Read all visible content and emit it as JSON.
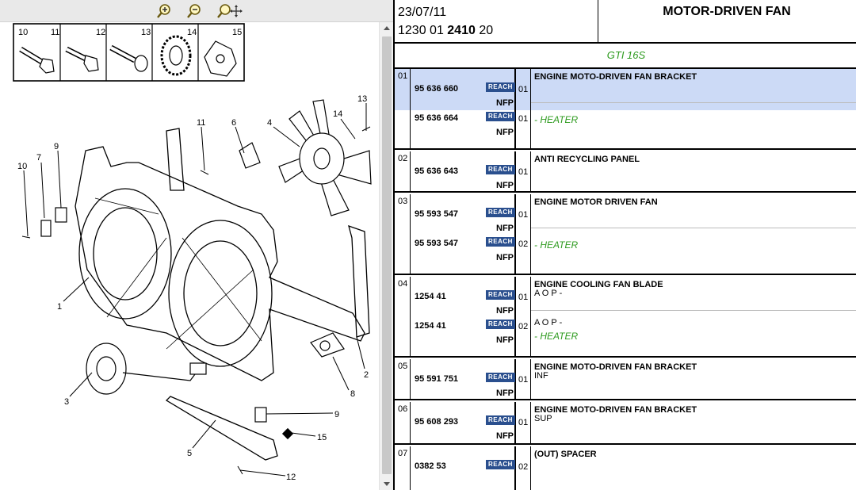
{
  "zoom_toolbar": {
    "zoom_in": "zoom-in-icon",
    "zoom_out": "zoom-out-icon",
    "pan": "zoom-pan-icon"
  },
  "diagram": {
    "inset_labels": [
      "10",
      "11",
      "12",
      "13",
      "14",
      "15"
    ],
    "callouts": [
      "13",
      "11",
      "6",
      "4",
      "14",
      "9",
      "7",
      "10",
      "1",
      "2",
      "3",
      "8",
      "5",
      "9",
      "15",
      "12"
    ]
  },
  "header": {
    "date": "23/07/11",
    "ref_a": "1230 01 ",
    "ref_b": "2410",
    "ref_c": " 20",
    "title": "MOTOR-DRIVEN FAN"
  },
  "model": "GTI 16S",
  "groups": [
    {
      "num": "01",
      "desc": "ENGINE MOTO-DRIVEN FAN BRACKET",
      "items": [
        {
          "part": "95 636 660",
          "reach": "REACH",
          "nfp": "NFP",
          "qty": "01",
          "notes": []
        },
        {
          "part": "95 636 664",
          "reach": "REACH",
          "nfp": "NFP",
          "qty": "01",
          "notes": [
            "- HEATER"
          ]
        }
      ]
    },
    {
      "num": "02",
      "desc": "ANTI RECYCLING PANEL",
      "items": [
        {
          "part": "95 636 643",
          "reach": "REACH",
          "nfp": "NFP",
          "qty": "01",
          "notes": []
        }
      ]
    },
    {
      "num": "03",
      "desc": "ENGINE MOTOR DRIVEN FAN",
      "items": [
        {
          "part": "95 593 547",
          "reach": "REACH",
          "nfp": "NFP",
          "qty": "01",
          "notes": []
        },
        {
          "part": "95 593 547",
          "reach": "REACH",
          "nfp": "NFP",
          "qty": "02",
          "notes": [
            "- HEATER"
          ]
        }
      ]
    },
    {
      "num": "04",
      "desc": "ENGINE COOLING FAN BLADE",
      "items": [
        {
          "part": "1254 41",
          "reach": "REACH",
          "nfp": "NFP",
          "qty": "01",
          "notes": [
            "A O P -"
          ]
        },
        {
          "part": "1254 41",
          "reach": "REACH",
          "nfp": "NFP",
          "qty": "02",
          "notes": [
            "A O P -",
            "- HEATER"
          ]
        }
      ]
    },
    {
      "num": "05",
      "desc": "ENGINE MOTO-DRIVEN FAN BRACKET",
      "items": [
        {
          "part": "95 591 751",
          "reach": "REACH",
          "nfp": "NFP",
          "qty": "01",
          "notes": [
            "INF"
          ]
        }
      ]
    },
    {
      "num": "06",
      "desc": "ENGINE MOTO-DRIVEN FAN BRACKET",
      "items": [
        {
          "part": "95 608 293",
          "reach": "REACH",
          "nfp": "NFP",
          "qty": "01",
          "notes": [
            "SUP"
          ]
        }
      ]
    },
    {
      "num": "07",
      "desc": "(OUT) SPACER",
      "items": [
        {
          "part": "0382 53",
          "reach": "REACH",
          "nfp": "",
          "qty": "02",
          "notes": []
        }
      ]
    }
  ],
  "colors": {
    "highlight": "#ccdaf6",
    "green": "#2e9b1f",
    "reach_bg": "#2a4f8e"
  }
}
